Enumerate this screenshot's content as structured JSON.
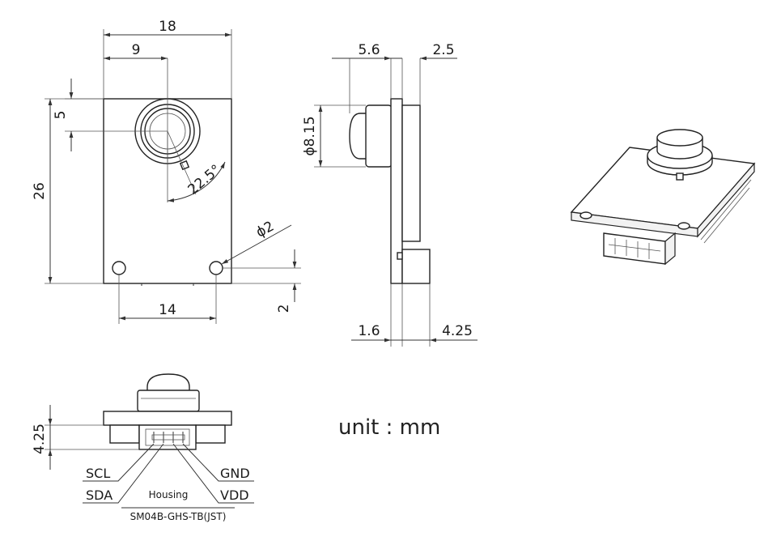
{
  "dimensions": {
    "width_total": "18",
    "half_width": "9",
    "lens_offset": "5",
    "height_total": "26",
    "lens_angle": "22.5°",
    "hole_diameter": "ϕ2",
    "hole_spacing": "14",
    "hole_edge": "2",
    "lens_depth": "5.6",
    "board_depth": "2.5",
    "lens_diameter": "ϕ8.15",
    "pcb_thickness": "1.6",
    "connector_depth": "4.25",
    "connector_height": "4.25"
  },
  "pins": {
    "scl": "SCL",
    "sda": "SDA",
    "gnd": "GND",
    "vdd": "VDD"
  },
  "housing": {
    "label": "Housing",
    "part_number": "SM04B-GHS-TB(JST)"
  },
  "unit_label": "unit : mm"
}
